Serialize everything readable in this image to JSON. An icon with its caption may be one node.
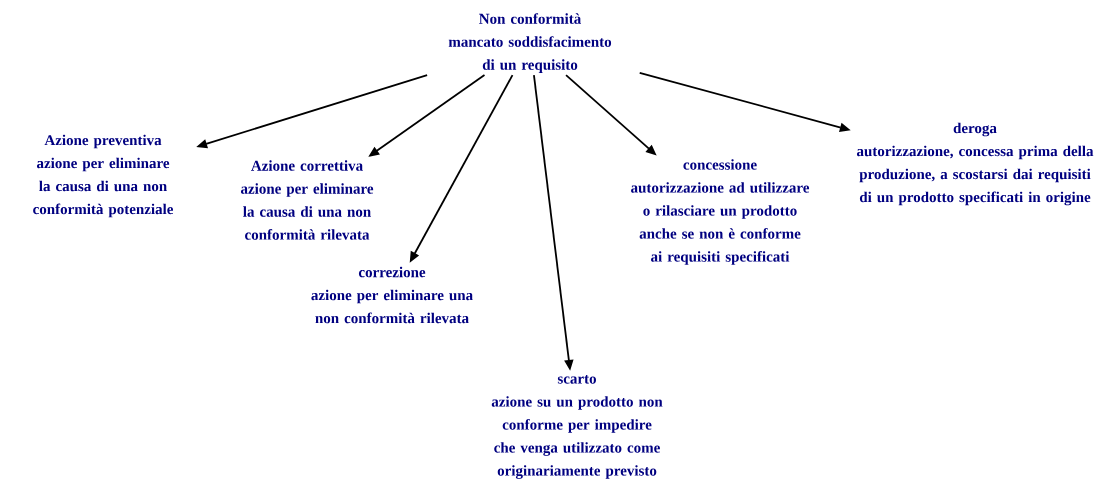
{
  "diagram": {
    "nodes": [
      {
        "text": [
          "Non conformità",
          "mancato soddisfacimento di un requisito"
        ]
      },
      {
        "text": [
          "Azione preventiva",
          "azione per eliminare la causa di una non conformità potenziale"
        ]
      },
      {
        "text": [
          "Azione correttiva",
          "azione per eliminare la causa di una non conformità rilevata"
        ]
      },
      {
        "text": [
          "correzione",
          "azione per eliminare una non conformità rilevata"
        ]
      },
      {
        "text": [
          "scarto",
          "azione su un prodotto non conforme per impedire che venga utilizzato come originariamente previsto"
        ]
      },
      {
        "text": [
          "concessione",
          "autorizzazione ad utilizzare o rilasciare un prodotto anche se non è conforme ai requisiti specificati"
        ]
      },
      {
        "text": [
          "deroga",
          "autorizzazione, concessa prima della produzione, a scostarsi dai requisiti di un prodotto specificati in origine"
        ]
      }
    ],
    "edges": [
      {
        "from": 0,
        "to": 1,
        "arrow": "to"
      },
      {
        "from": 0,
        "to": 2,
        "arrow": "to"
      },
      {
        "from": 0,
        "to": 3,
        "arrow": "to"
      },
      {
        "from": 0,
        "to": 4,
        "arrow": "to"
      },
      {
        "from": 0,
        "to": 5,
        "arrow": "to"
      },
      {
        "from": 0,
        "to": 6,
        "arrow": "to"
      }
    ]
  }
}
